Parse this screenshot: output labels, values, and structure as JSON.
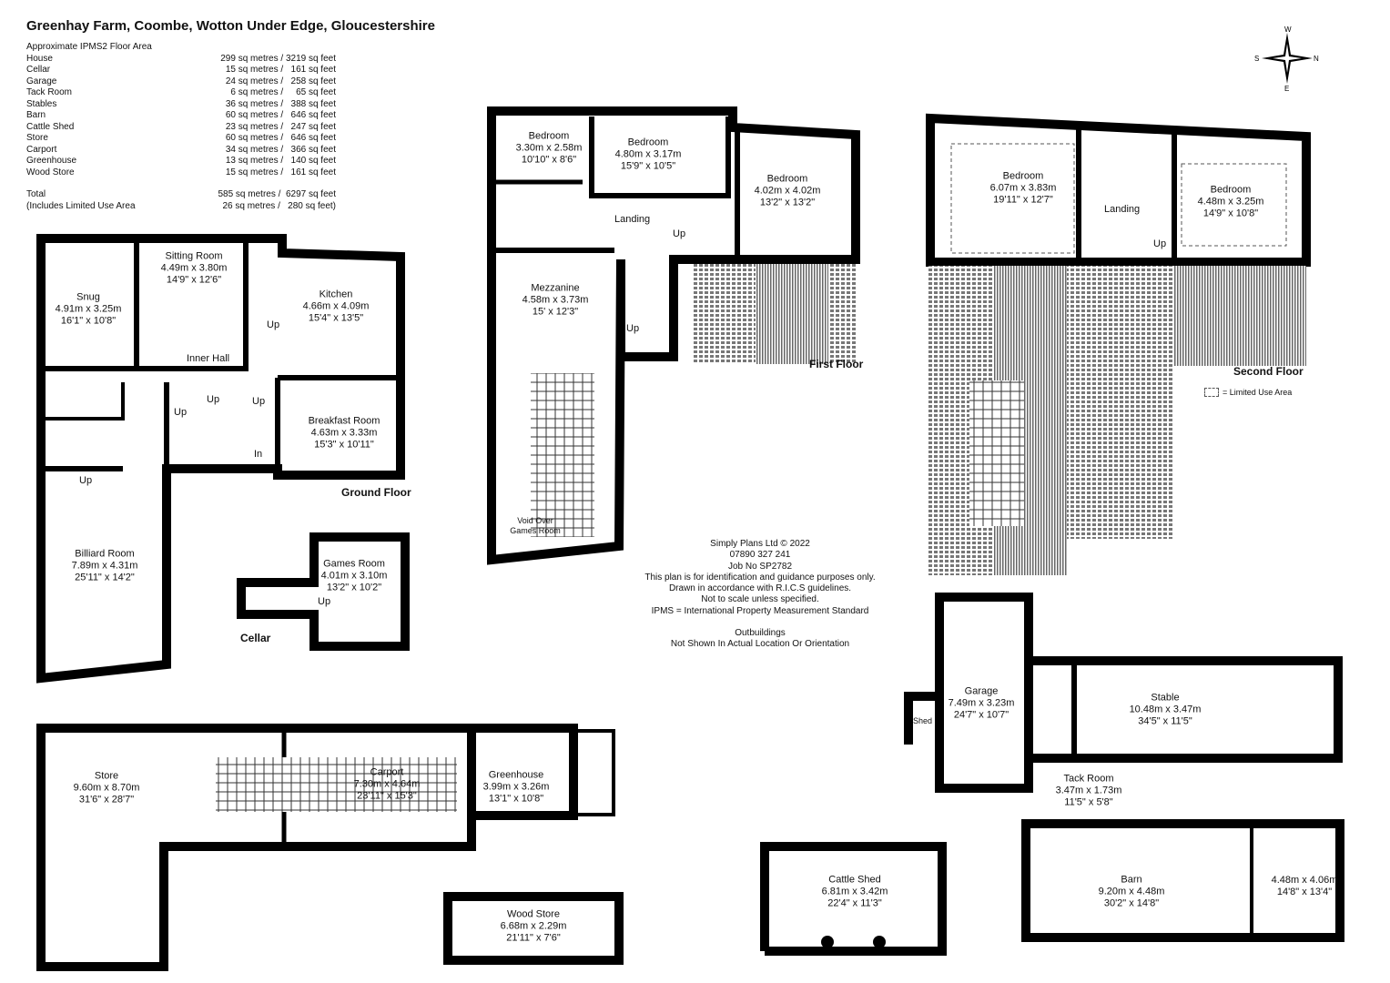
{
  "title": "Greenhay Farm, Coombe, Wotton Under Edge, Gloucestershire",
  "area_summary": {
    "heading": "Approximate IPMS2 Floor Area",
    "rows": [
      {
        "name": "House",
        "value": "299 sq metres / 3219 sq feet"
      },
      {
        "name": "Cellar",
        "value": "15 sq metres /   161 sq feet"
      },
      {
        "name": "Garage",
        "value": "24 sq metres /   258 sq feet"
      },
      {
        "name": "Tack Room",
        "value": "6 sq metres /     65 sq feet"
      },
      {
        "name": "Stables",
        "value": "36 sq metres /   388 sq feet"
      },
      {
        "name": "Barn",
        "value": "60 sq metres /   646 sq feet"
      },
      {
        "name": "Cattle Shed",
        "value": "23 sq metres /   247 sq feet"
      },
      {
        "name": "Store",
        "value": "60 sq metres /   646 sq feet"
      },
      {
        "name": "Carport",
        "value": "34 sq metres /   366 sq feet"
      },
      {
        "name": "Greenhouse",
        "value": "13 sq metres /   140 sq feet"
      },
      {
        "name": "Wood Store",
        "value": "15 sq metres /   161 sq feet"
      }
    ],
    "total": {
      "name": "Total",
      "value": "585 sq metres /  6297 sq feet"
    },
    "limited": {
      "name": "(Includes Limited Use Area",
      "value": "26 sq metres /   280 sq feet)"
    }
  },
  "compass": {
    "top": "W",
    "right": "N",
    "bottom": "E",
    "left": "S"
  },
  "ground_floor": {
    "label": "Ground Floor",
    "rooms": [
      {
        "name": "Snug",
        "metric": "4.91m x 3.25m",
        "imperial": "16'1\" x 10'8\""
      },
      {
        "name": "Sitting Room",
        "metric": "4.49m x 3.80m",
        "imperial": "14'9\" x 12'6\""
      },
      {
        "name": "Kitchen",
        "metric": "4.66m x 4.09m",
        "imperial": "15'4\" x 13'5\""
      },
      {
        "name": "Breakfast Room",
        "metric": "4.63m x 3.33m",
        "imperial": "15'3\" x 10'11\""
      },
      {
        "name": "Billiard Room",
        "metric": "7.89m x 4.31m",
        "imperial": "25'11\" x 14'2\""
      }
    ],
    "inner_hall": "Inner Hall",
    "up": "Up",
    "in": "In"
  },
  "cellar": {
    "label": "Cellar",
    "rooms": [
      {
        "name": "Games Room",
        "metric": "4.01m x 3.10m",
        "imperial": "13'2\" x 10'2\""
      }
    ],
    "up": "Up"
  },
  "first_floor": {
    "label": "First Floor",
    "rooms": [
      {
        "name": "Bedroom",
        "metric": "3.30m x 2.58m",
        "imperial": "10'10\" x 8'6\""
      },
      {
        "name": "Bedroom",
        "metric": "4.80m x 3.17m",
        "imperial": "15'9\" x 10'5\""
      },
      {
        "name": "Bedroom",
        "metric": "4.02m x 4.02m",
        "imperial": "13'2\" x 13'2\""
      },
      {
        "name": "Mezzanine",
        "metric": "4.58m x 3.73m",
        "imperial": "15' x 12'3\""
      }
    ],
    "landing": "Landing",
    "void": "Void Over",
    "void2": "Games Room",
    "up": "Up"
  },
  "second_floor": {
    "label": "Second Floor",
    "rooms": [
      {
        "name": "Bedroom",
        "metric": "6.07m x 3.83m",
        "imperial": "19'11\" x 12'7\""
      },
      {
        "name": "Bedroom",
        "metric": "4.48m x 3.25m",
        "imperial": "14'9\" x 10'8\""
      }
    ],
    "landing": "Landing",
    "up": "Up",
    "legend": "= Limited Use Area"
  },
  "notes": [
    "Simply Plans Ltd © 2022",
    "07890 327 241",
    "Job No SP2782",
    "This plan is for identification and guidance purposes only.",
    "Drawn in accordance with R.I.C.S guidelines.",
    "Not to scale unless specified.",
    "IPMS = International Property Measurement Standard",
    "",
    "Outbuildings",
    "Not Shown In Actual Location Or Orientation"
  ],
  "outbuildings": {
    "rooms": [
      {
        "name": "Store",
        "metric": "9.60m x 8.70m",
        "imperial": "31'6\" x 28'7\""
      },
      {
        "name": "Carport",
        "metric": "7.30m x 4.64m",
        "imperial": "23'11\" x 15'3\""
      },
      {
        "name": "Greenhouse",
        "metric": "3.99m x 3.26m",
        "imperial": "13'1\" x 10'8\""
      },
      {
        "name": "Wood Store",
        "metric": "6.68m x 2.29m",
        "imperial": "21'11\" x 7'6\""
      },
      {
        "name": "Cattle Shed",
        "metric": "6.81m x 3.42m",
        "imperial": "22'4\" x 11'3\""
      },
      {
        "name": "Garage",
        "metric": "7.49m x 3.23m",
        "imperial": "24'7\" x 10'7\""
      },
      {
        "name": "Stable",
        "metric": "10.48m x 3.47m",
        "imperial": "34'5\" x 11'5\""
      },
      {
        "name": "Tack Room",
        "metric": "3.47m x 1.73m",
        "imperial": "11'5\" x 5'8\""
      },
      {
        "name": "Barn",
        "metric": "9.20m x 4.48m",
        "imperial": "30'2\" x 14'8\""
      },
      {
        "name": "",
        "metric": "4.48m x 4.06m",
        "imperial": "14'8\" x 13'4\""
      }
    ],
    "shed": "Shed"
  }
}
